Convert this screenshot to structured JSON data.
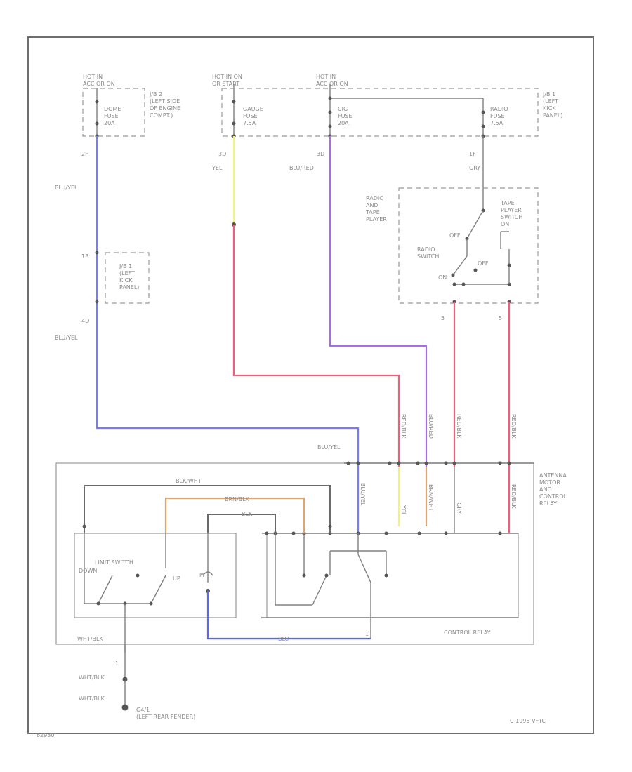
{
  "colors": {
    "blu_yel": "#7b7bf0",
    "yel": "#f4f27a",
    "red": "#ee5f79",
    "blu_red": "#a56ee6",
    "gry": "#707070",
    "brn_wht": "#e0a56e",
    "blu": "#5a66f0"
  },
  "labels": {
    "hot_in_on": "HOT IN\nACC OR ON",
    "hot_in_on_start": "HOT IN ON\nOR START",
    "hot_in_acc": "HOT IN\nACC OR ON",
    "jb2": "J/B 2\n(LEFT SIDE\nOF ENGINE\nCOMPT.)",
    "jb1_top": "J/B 1\n(LEFT\nKICK\nPANEL)",
    "dome_fuse": "DOME\nFUSE\n20A",
    "gauge_fuse": "GAUGE\nFUSE\n7.5A",
    "cig_fuse": "CIG\nFUSE\n20A",
    "radio_fuse": "RADIO\nFUSE\n7.5A",
    "pin_2f": "2F",
    "pin_3d": "3D",
    "pin_3d_b": "3D",
    "pin_1f": "1F",
    "wire_blu_yel_1": "BLU/YEL",
    "wire_yel": "YEL",
    "wire_blu_red": "BLU/RED",
    "wire_gry": "GRY",
    "radio_tape_player": "RADIO\nAND\nTAPE\nPLAYER",
    "tape_player_switch": "TAPE\nPLAYER\nSWITCH\nON",
    "radio_switch": "RADIO\nSWITCH",
    "off_1": "OFF",
    "off_2": "OFF",
    "on_label": "ON",
    "pin_5_a": "5",
    "pin_5_b": "5",
    "pin_1b": "1B",
    "jb1_mid": "J/B 1\n(LEFT\nKICK\nPANEL)",
    "pin_4d": "4D",
    "wire_blu_yel_2": "BLU/YEL",
    "wire_blu_yel_3": "BLU/YEL",
    "antenna": "ANTENNA\nMOTOR\nAND\nCONTROL\nRELAY",
    "blk_wht": "BLK/WHT",
    "brn_blk": "BRN/BLK",
    "blk": "BLK",
    "limit_switch": "LIMIT SWITCH",
    "down": "DOWN",
    "up": "UP",
    "m": "M",
    "control_relay": "CONTROL RELAY",
    "blu_bottom": "BLU",
    "wht_blk_1": "WHT/BLK",
    "wht_blk_2": "WHT/BLK",
    "wht_blk_3": "WHT/BLK",
    "one": "1",
    "one_b": "1",
    "ground": "G4/1\n(LEFT REAR FENDER)",
    "copyright": "C 1995 VFTC",
    "fig_id": "62930",
    "rot_blu_yel": "BLU/YEL",
    "rot_yel": "YEL",
    "rot_brn_wht": "BRN/WHT",
    "rot_gry": "GRY",
    "rot_red": "RED/BLK",
    "rot_red2": "RED/BLK",
    "rot_blu": "BLU/RED",
    "rot_red3": "RED/BLK",
    "rot_red4": "RED/BLK"
  }
}
